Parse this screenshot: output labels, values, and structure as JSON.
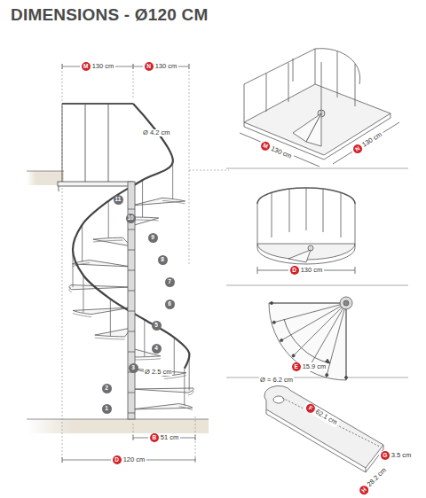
{
  "diagram": {
    "title": "DIMENSIONS - Ø120 CM",
    "nodes": [
      {
        "text": [
          "M",
          "130 cm"
        ]
      },
      {
        "text": [
          "N",
          "130 cm"
        ]
      },
      {
        "text": [
          "M",
          "130 cm"
        ]
      },
      {
        "text": [
          "N",
          "130 cm"
        ]
      },
      {
        "text": [
          "D",
          "130 cm"
        ]
      },
      {
        "text": [
          "11"
        ]
      },
      {
        "text": [
          "10"
        ]
      },
      {
        "text": [
          "9"
        ]
      },
      {
        "text": [
          "8"
        ]
      },
      {
        "text": [
          "7"
        ]
      },
      {
        "text": [
          "6"
        ]
      },
      {
        "text": [
          "5"
        ]
      },
      {
        "text": [
          "4"
        ]
      },
      {
        "text": [
          "3"
        ]
      },
      {
        "text": [
          "2"
        ]
      },
      {
        "text": [
          "1"
        ]
      },
      {
        "text": [
          "E",
          "15.9 cm"
        ]
      },
      {
        "text": [
          "F",
          "62.1 cm"
        ]
      },
      {
        "text": [
          "G",
          "3.5 cm"
        ]
      },
      {
        "text": [
          "H",
          "28.2 cm"
        ]
      },
      {
        "text": [
          "B",
          "51 cm"
        ]
      },
      {
        "text": [
          "D",
          "120 cm"
        ]
      }
    ],
    "labels": [
      "Ø 4.2 cm",
      "Ø 2.5 cm",
      "Ø = 6.2 cm"
    ]
  }
}
